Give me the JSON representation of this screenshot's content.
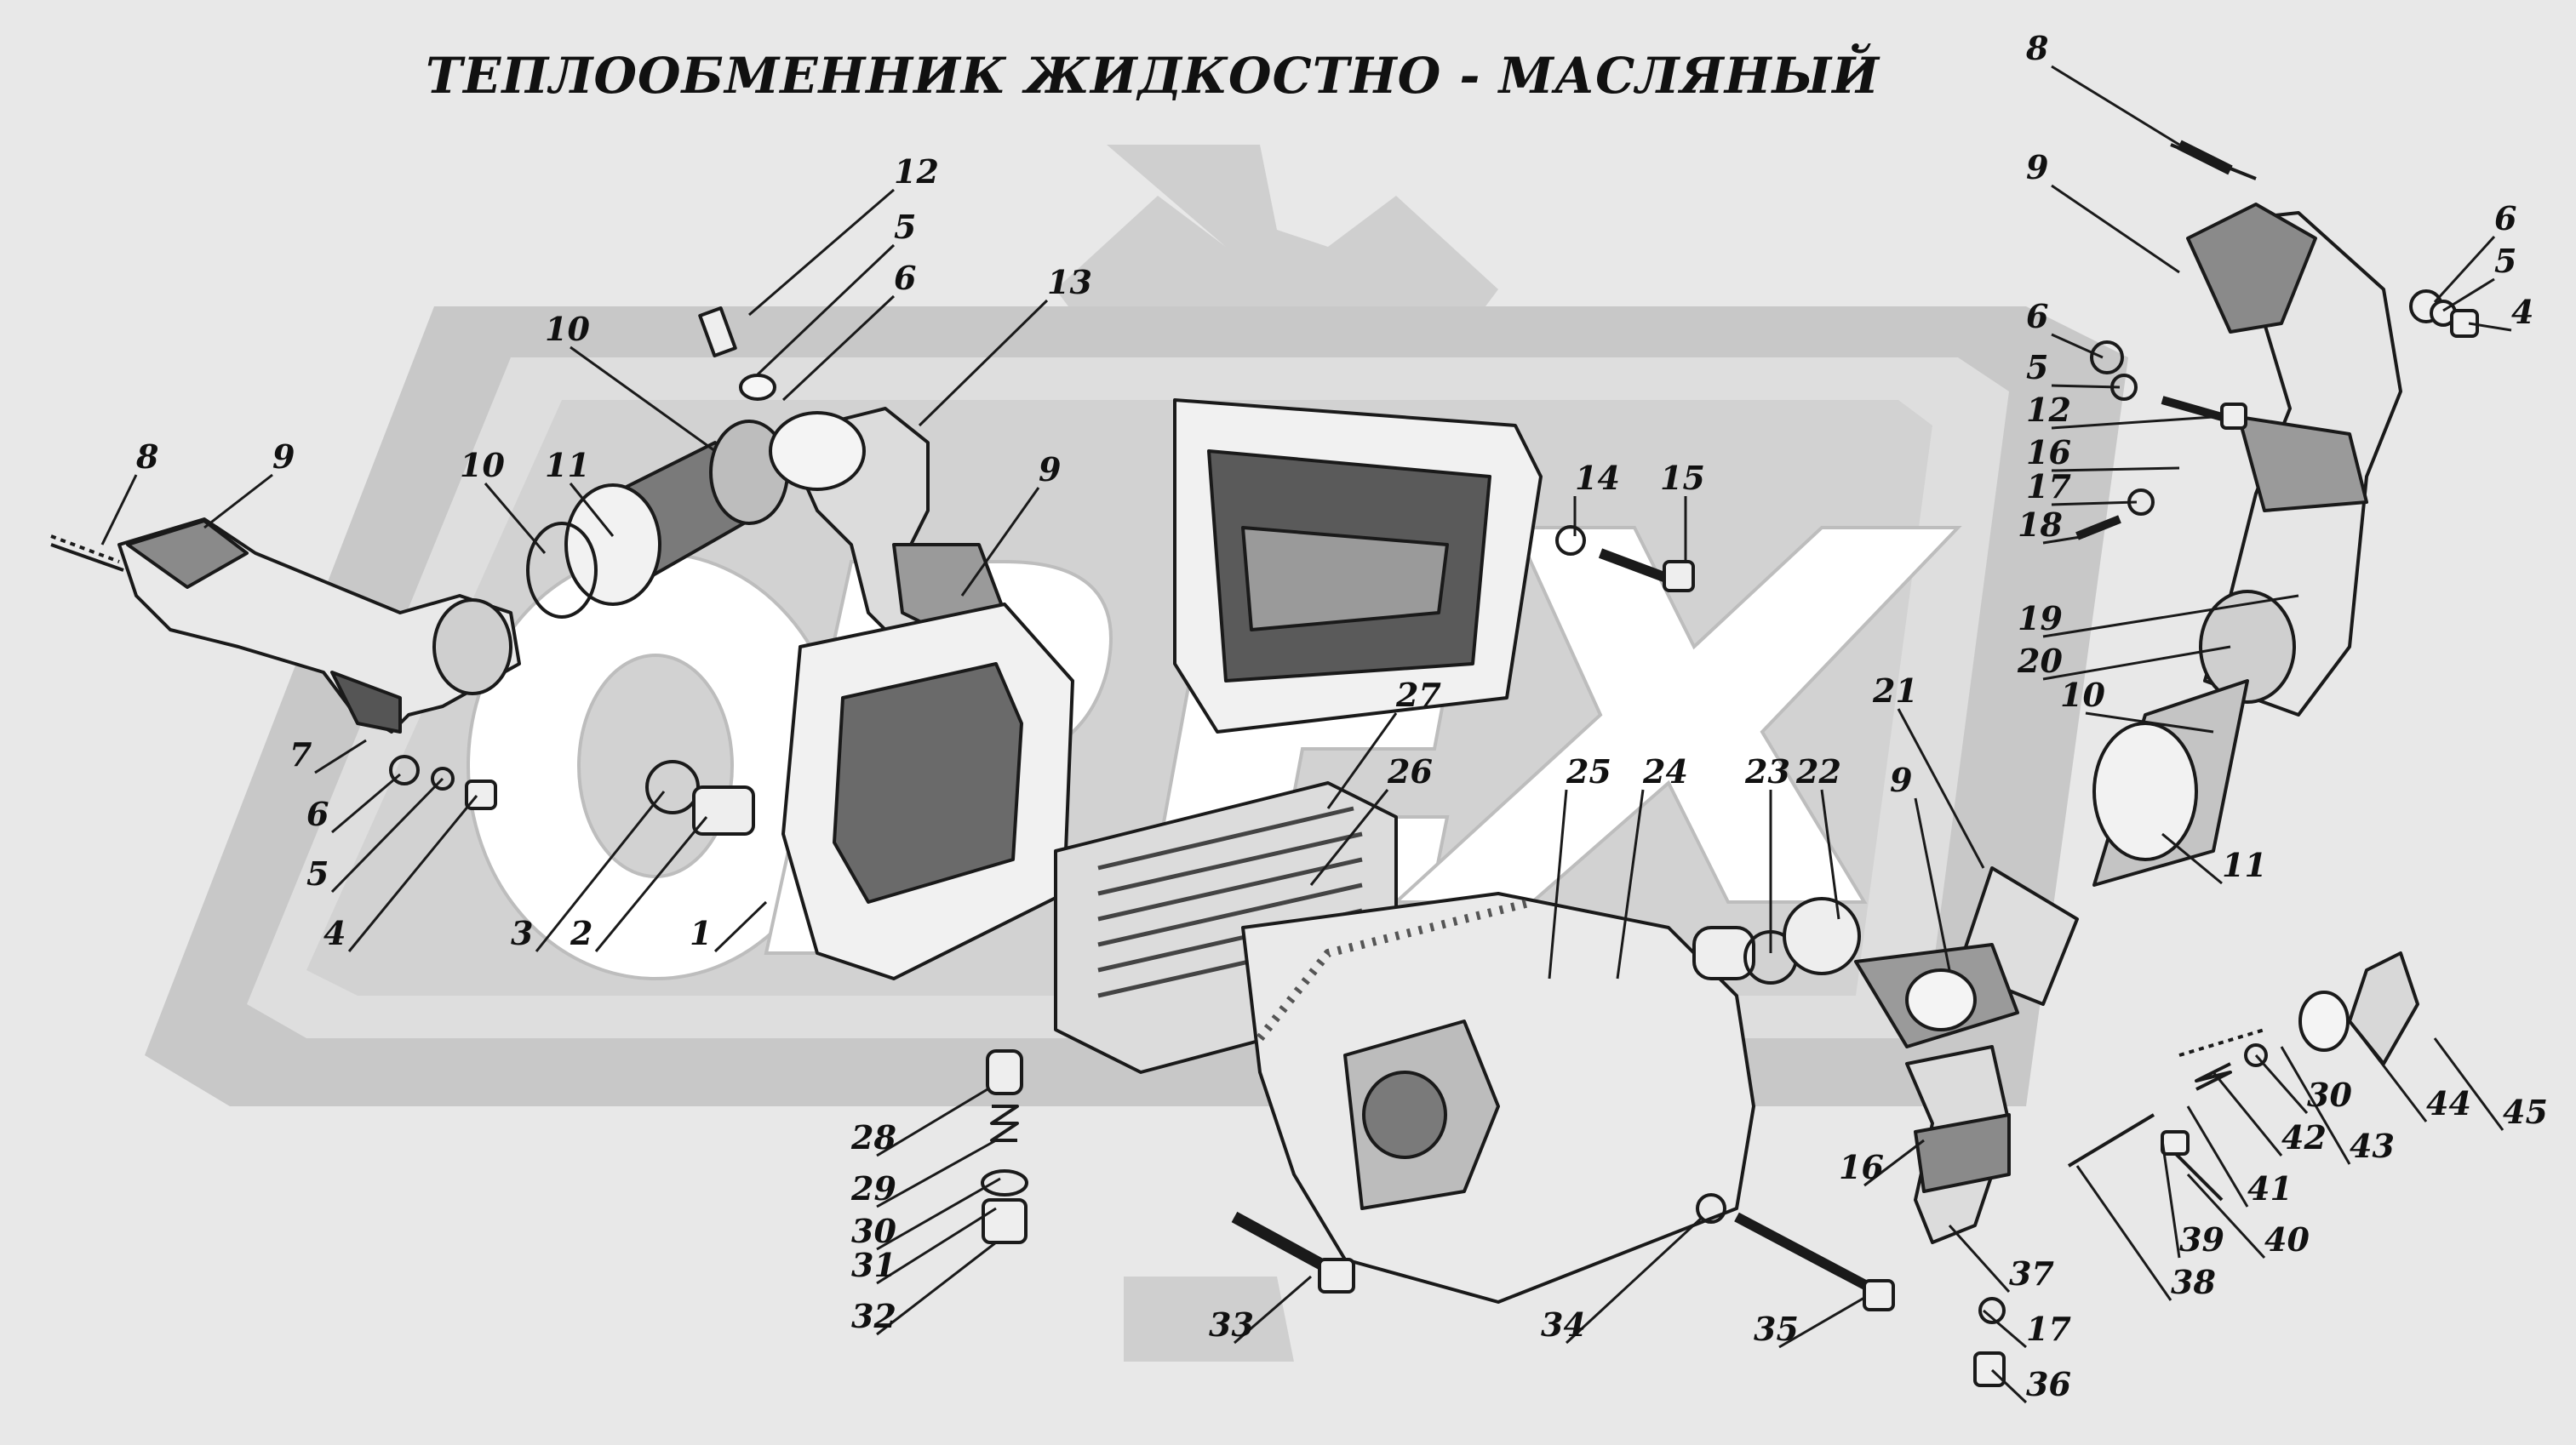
{
  "diagram": {
    "title": "ТЕПЛООБМЕННИК ЖИДКОСТНО - МАСЛЯНЫЙ",
    "watermark_text": "OPEX",
    "colors": {
      "background": "#e8e8e8",
      "watermark": "#c4c4c4",
      "line": "#1a1a1a",
      "shade": "#6a6a6a"
    },
    "callouts": [
      "8",
      "9",
      "6",
      "5",
      "4",
      "6",
      "5",
      "12",
      "16",
      "17",
      "18",
      "19",
      "20",
      "10",
      "11",
      "21",
      "9",
      "22",
      "23",
      "24",
      "25",
      "26",
      "27",
      "12",
      "5",
      "6",
      "13",
      "10",
      "11",
      "10",
      "9",
      "8",
      "9",
      "7",
      "6",
      "5",
      "4",
      "3",
      "2",
      "1",
      "14",
      "15",
      "28",
      "29",
      "30",
      "31",
      "32",
      "33",
      "34",
      "35",
      "16",
      "37",
      "17",
      "36",
      "38",
      "39",
      "40",
      "41",
      "42",
      "30",
      "43",
      "44",
      "45"
    ]
  }
}
